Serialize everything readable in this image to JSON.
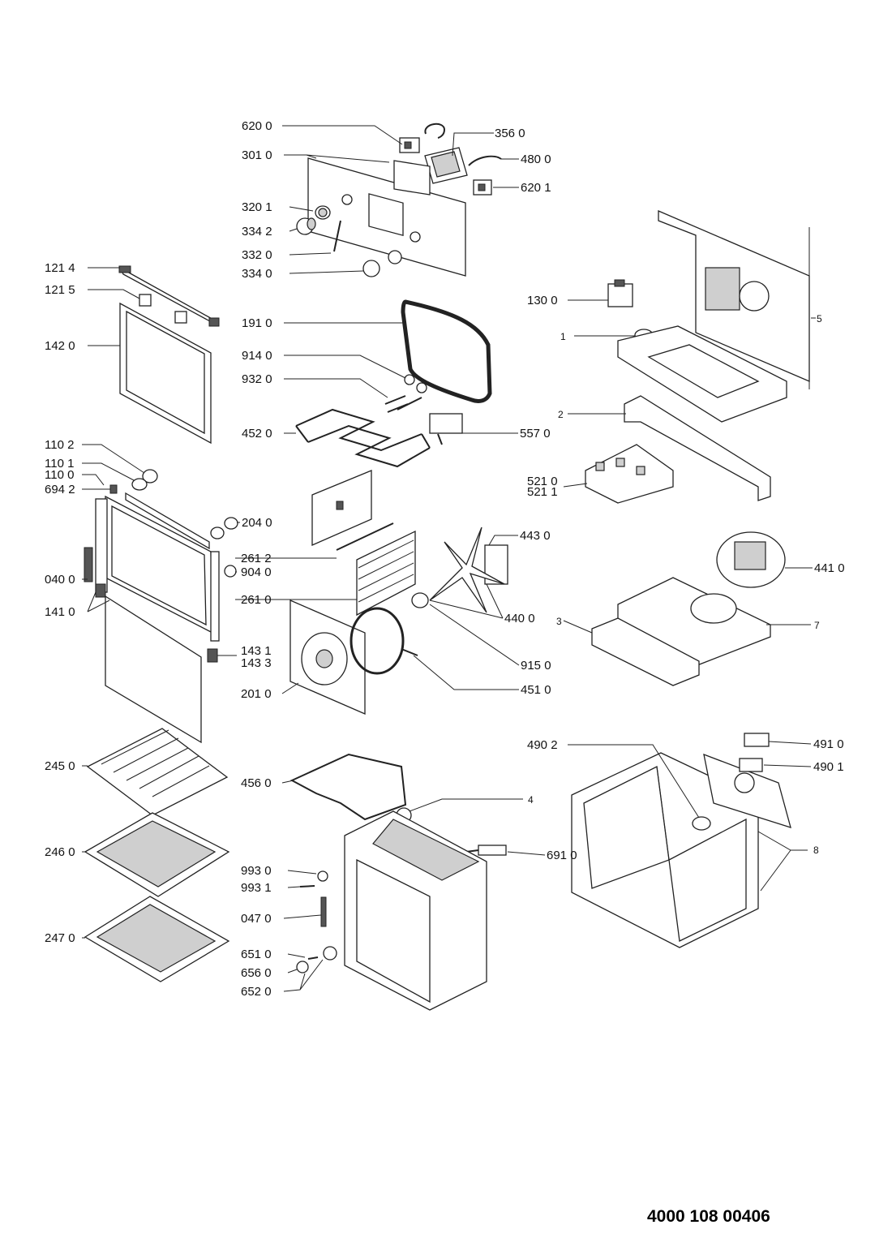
{
  "labels": [
    {
      "id": "l6200",
      "text": "620 0"
    },
    {
      "id": "l3560",
      "text": "356 0"
    },
    {
      "id": "l3010",
      "text": "301 0"
    },
    {
      "id": "l4800",
      "text": "480 0"
    },
    {
      "id": "l6201",
      "text": "620 1"
    },
    {
      "id": "l3201",
      "text": "320 1"
    },
    {
      "id": "l3342",
      "text": "334 2"
    },
    {
      "id": "l3320",
      "text": "332 0"
    },
    {
      "id": "l3340",
      "text": "334 0"
    },
    {
      "id": "l1214",
      "text": "121 4"
    },
    {
      "id": "l1215",
      "text": "121 5"
    },
    {
      "id": "l1300",
      "text": "130 0"
    },
    {
      "id": "l5",
      "text": "5"
    },
    {
      "id": "l1910",
      "text": "191 0"
    },
    {
      "id": "l1",
      "text": "1"
    },
    {
      "id": "l1420",
      "text": "142 0"
    },
    {
      "id": "l9140",
      "text": "914 0"
    },
    {
      "id": "l9320",
      "text": "932 0"
    },
    {
      "id": "l2",
      "text": "2"
    },
    {
      "id": "l4520",
      "text": "452 0"
    },
    {
      "id": "l5570",
      "text": "557 0"
    },
    {
      "id": "l1102",
      "text": "110 2"
    },
    {
      "id": "l1101",
      "text": "110 1"
    },
    {
      "id": "l1100",
      "text": "110 0"
    },
    {
      "id": "l5210",
      "text": "521 0"
    },
    {
      "id": "l5211",
      "text": "521 1"
    },
    {
      "id": "l6942",
      "text": "694 2"
    },
    {
      "id": "l2040",
      "text": "204 0"
    },
    {
      "id": "l4430",
      "text": "443 0"
    },
    {
      "id": "l2612",
      "text": "261 2"
    },
    {
      "id": "l0400",
      "text": "040 0"
    },
    {
      "id": "l9040",
      "text": "904 0"
    },
    {
      "id": "l4410",
      "text": "441 0"
    },
    {
      "id": "l2610",
      "text": "261 0"
    },
    {
      "id": "l1410",
      "text": "141 0"
    },
    {
      "id": "l3",
      "text": "3"
    },
    {
      "id": "l4400",
      "text": "440 0"
    },
    {
      "id": "l7",
      "text": "7"
    },
    {
      "id": "l1431",
      "text": "143 1"
    },
    {
      "id": "l1433",
      "text": "143 3"
    },
    {
      "id": "l9150",
      "text": "915 0"
    },
    {
      "id": "l2010",
      "text": "201 0"
    },
    {
      "id": "l4510",
      "text": "451 0"
    },
    {
      "id": "l4910",
      "text": "491 0"
    },
    {
      "id": "l4902",
      "text": "490 2"
    },
    {
      "id": "l2450",
      "text": "245 0"
    },
    {
      "id": "l4901",
      "text": "490 1"
    },
    {
      "id": "l4560",
      "text": "456 0"
    },
    {
      "id": "l4",
      "text": "4"
    },
    {
      "id": "l2460",
      "text": "246 0"
    },
    {
      "id": "l6910",
      "text": "691 0"
    },
    {
      "id": "l8",
      "text": "8"
    },
    {
      "id": "l9930",
      "text": "993 0"
    },
    {
      "id": "l9931",
      "text": "993 1"
    },
    {
      "id": "l0470",
      "text": "047 0"
    },
    {
      "id": "l2470",
      "text": "247 0"
    },
    {
      "id": "l6510",
      "text": "651 0"
    },
    {
      "id": "l6560",
      "text": "656 0"
    },
    {
      "id": "l6520",
      "text": "652 0"
    }
  ],
  "document_number": "4000 108 00406"
}
